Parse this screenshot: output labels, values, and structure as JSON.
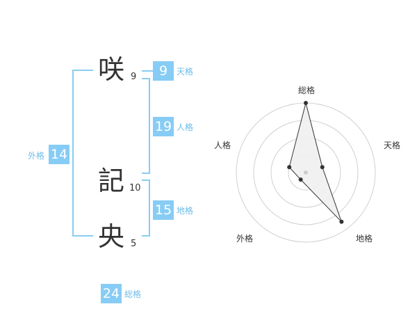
{
  "name_chars": [
    {
      "char": "咲",
      "strokes": "9"
    },
    {
      "char": "記",
      "strokes": "10"
    },
    {
      "char": "央",
      "strokes": "5"
    }
  ],
  "fortune": {
    "tenkaku": {
      "value": "9",
      "label": "天格"
    },
    "jinkaku": {
      "value": "19",
      "label": "人格"
    },
    "chikaku": {
      "value": "15",
      "label": "地格"
    },
    "gaikaku": {
      "value": "14",
      "label": "外格"
    },
    "soukaku": {
      "value": "24",
      "label": "総格"
    }
  },
  "colors": {
    "accent": "#87ccf5",
    "label_text": "#6dbde9",
    "text": "#333333"
  },
  "chart_data": {
    "type": "radar",
    "axes": [
      "総格",
      "天格",
      "地格",
      "外格",
      "人格"
    ],
    "rings": 4,
    "max": 4,
    "values": [
      4,
      1,
      3.5,
      0.5,
      1
    ],
    "grid": true
  }
}
